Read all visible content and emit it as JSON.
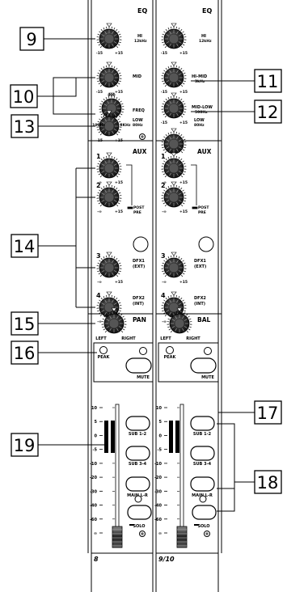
{
  "callouts": [
    "9",
    "10",
    "11",
    "12",
    "13",
    "14",
    "15",
    "16",
    "17",
    "18",
    "19"
  ],
  "ch1": {
    "eq_title": "EQ",
    "hi_label": "HI",
    "hi_freq": "12kHz",
    "mid_label": "MID",
    "freq_label": "FREQ",
    "freq_top": "800",
    "freq_left": "100Hz",
    "freq_right": "8KHz",
    "low_label": "LOW",
    "low_freq": "80Hz",
    "aux_title": "AUX",
    "post": "POST",
    "pre": "PRE",
    "dfx1": "DFX1",
    "dfx1_sub": "(EXT)",
    "dfx2": "DFX2",
    "dfx2_sub": "(INT)",
    "pan_title": "PAN",
    "left": "LEFT",
    "right": "RIGHT",
    "peak": "PEAK",
    "mute": "MUTE",
    "sub12": "SUB 1-2",
    "sub34": "SUB 3-4",
    "mainlr": "MAIN L-R",
    "solo": "SOLO",
    "number": "8"
  },
  "ch2": {
    "eq_title": "EQ",
    "hi_label": "HI",
    "hi_freq": "12kHz",
    "himid_label": "HI-MID",
    "himid_freq": "3kHz",
    "midlow_label": "MID-LOW",
    "midlow_freq": "500Hz",
    "low_label": "LOW",
    "low_freq": "80Hz",
    "aux_title": "AUX",
    "post": "POST",
    "pre": "PRE",
    "dfx1": "DFX1",
    "dfx1_sub": "(EXT)",
    "dfx2": "DFX2",
    "dfx2_sub": "(INT)",
    "bal_title": "BAL",
    "left": "LEFT",
    "right": "RIGHT",
    "peak": "PEAK",
    "mute": "MUTE",
    "sub12": "SUB 1-2",
    "sub34": "SUB 3-4",
    "mainlr": "MAIN L-R",
    "solo": "SOLO",
    "number": "9/10"
  },
  "eq_min": "-15",
  "eq_max": "+15",
  "aux_min": "-∞",
  "aux_max": "+15",
  "aux_numbers": [
    "1",
    "2",
    "3",
    "4"
  ],
  "fader_scale": [
    "10",
    "5",
    "0",
    "-5",
    "-10",
    "-20",
    "-30",
    "-40",
    "-60",
    "∞"
  ]
}
